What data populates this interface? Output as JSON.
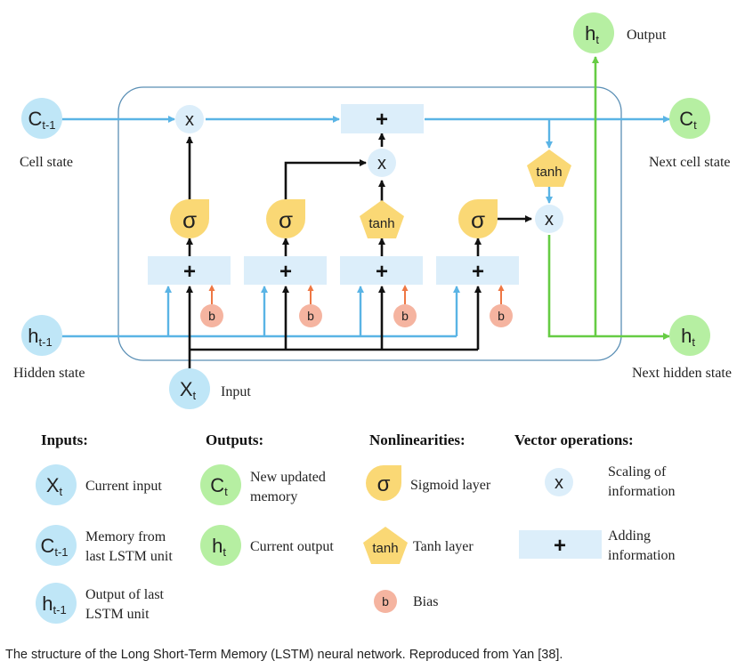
{
  "diagram": {
    "nodes": {
      "c_prev": {
        "base": "C",
        "sub": "t-1"
      },
      "h_prev": {
        "base": "h",
        "sub": "t-1"
      },
      "x_input": {
        "base": "X",
        "sub": "t"
      },
      "c_next": {
        "base": "C",
        "sub": "t"
      },
      "h_next": {
        "base": "h",
        "sub": "t"
      },
      "h_out": {
        "base": "h",
        "sub": "t"
      }
    },
    "labels": {
      "cell_state": "Cell state",
      "hidden_state": "Hidden state",
      "input": "Input",
      "output": "Output",
      "next_cell_state": "Next cell state",
      "next_hidden_state": "Next hidden state"
    },
    "ops": {
      "multiply": "x",
      "add": "+",
      "sigma": "σ",
      "tanh": "tanh",
      "bias": "b"
    }
  },
  "legend": {
    "inputs": {
      "header": "Inputs:",
      "items": [
        {
          "symbol_base": "X",
          "symbol_sub": "t",
          "line1": "Current input",
          "line2": ""
        },
        {
          "symbol_base": "C",
          "symbol_sub": "t-1",
          "line1": "Memory from",
          "line2": "last LSTM unit"
        },
        {
          "symbol_base": "h",
          "symbol_sub": "t-1",
          "line1": "Output of last",
          "line2": "LSTM unit"
        }
      ]
    },
    "outputs": {
      "header": "Outputs:",
      "items": [
        {
          "symbol_base": "C",
          "symbol_sub": "t",
          "line1": "New updated",
          "line2": "memory"
        },
        {
          "symbol_base": "h",
          "symbol_sub": "t",
          "line1": "Current output",
          "line2": ""
        }
      ]
    },
    "nonlinearities": {
      "header": "Nonlinearities:",
      "items": [
        {
          "symbol": "σ",
          "label": "Sigmoid layer"
        },
        {
          "symbol": "tanh",
          "label": "Tanh layer"
        },
        {
          "symbol": "b",
          "label": "Bias"
        }
      ]
    },
    "vector_ops": {
      "header": "Vector operations:",
      "items": [
        {
          "symbol": "x",
          "line1": "Scaling of",
          "line2": "information"
        },
        {
          "symbol": "+",
          "line1": "Adding",
          "line2": "information"
        }
      ]
    }
  },
  "caption": "The structure of the Long Short-Term Memory (LSTM) neural network. Reproduced from Yan [38].",
  "colors": {
    "blue_node": "#bfe6f7",
    "green_node": "#b6efa2",
    "yellow": "#fad875",
    "bias": "#f5b4a0",
    "op_box": "#dceefa",
    "blue_line": "#5ab4e5",
    "green_line": "#66cc44"
  }
}
